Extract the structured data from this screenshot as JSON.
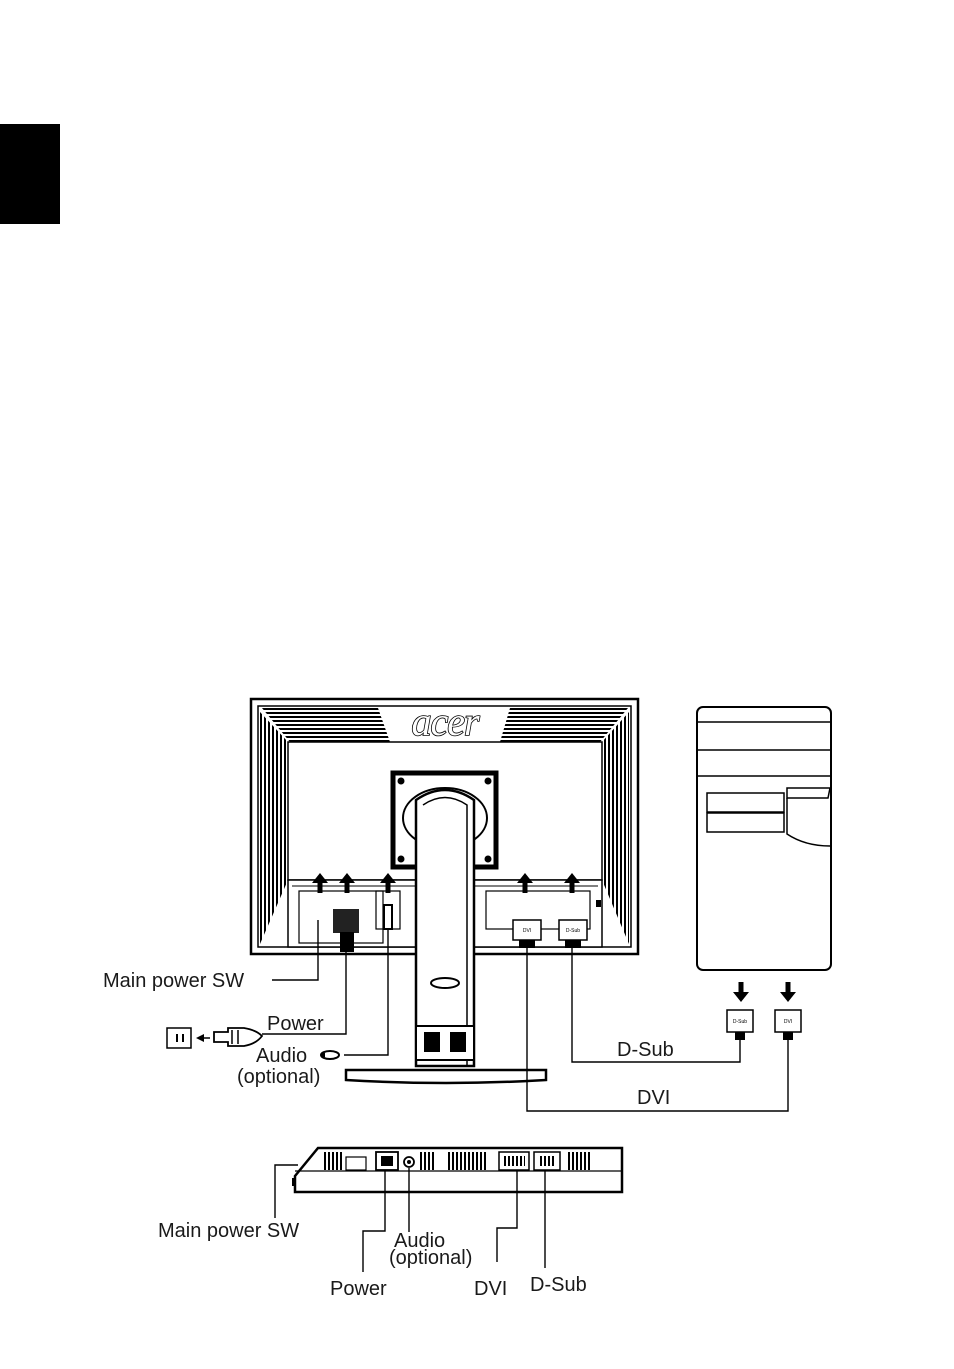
{
  "logo_text": "acer",
  "monitor_rear_labels": {
    "main_power_sw": "Main power SW",
    "power": "Power",
    "audio": "Audio",
    "audio_optional": "(optional)",
    "d_sub": "D-Sub",
    "dvi": "DVI"
  },
  "connector_labels": {
    "dvi": "DVI",
    "d_sub": "D-Sub"
  },
  "monitor_bottom_labels": {
    "main_power_sw": "Main power SW",
    "power": "Power",
    "audio": "Audio",
    "audio_optional": "(optional)",
    "dvi": "DVI",
    "d_sub": "D-Sub"
  }
}
